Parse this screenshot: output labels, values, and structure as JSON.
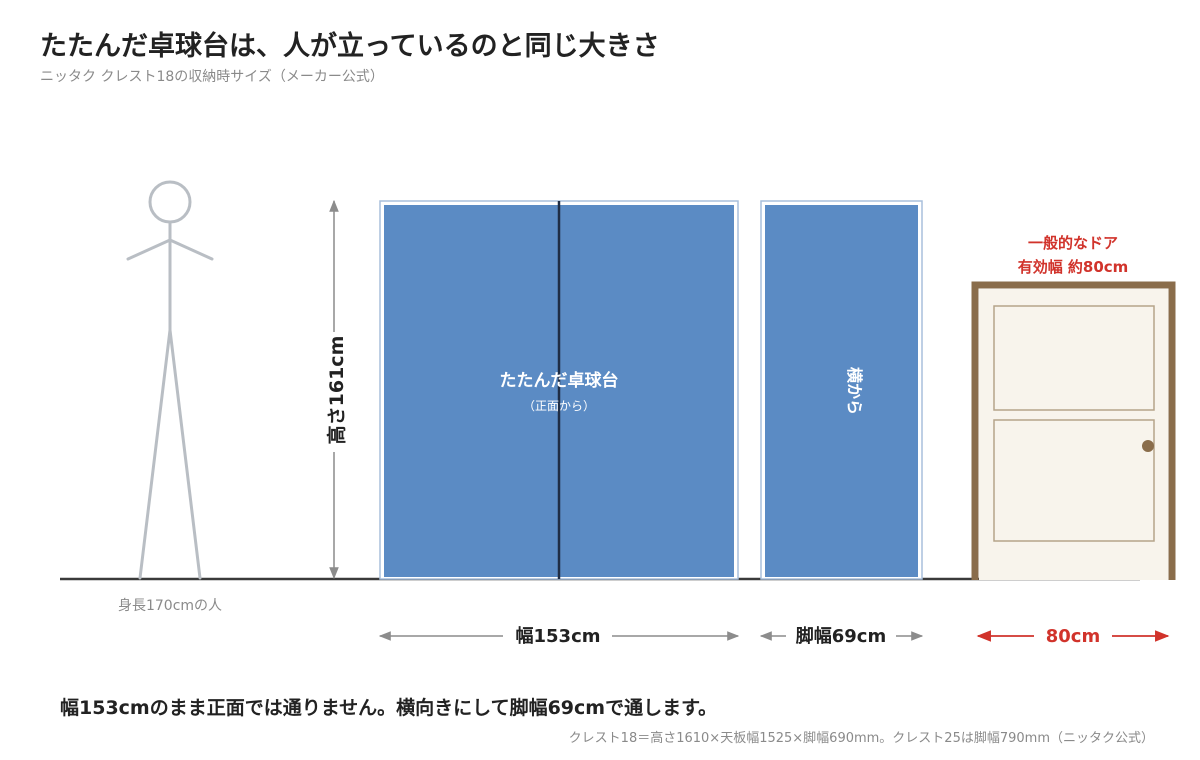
{
  "title": "たたんだ卓球台は、人が立っているのと同じ大きさ",
  "subtitle": "ニッタク クレスト18の収納時サイズ（メーカー公式）",
  "person": {
    "label": "身長170cmの人"
  },
  "height_dim": {
    "label": "高さ161cm"
  },
  "table_front": {
    "label": "たたんだ卓球台",
    "sublabel": "（正面から）"
  },
  "table_side": {
    "label": "横から"
  },
  "door": {
    "label_line1": "一般的なドア",
    "label_line2": "有効幅 約80cm"
  },
  "dims": {
    "front_width": "幅153cm",
    "side_width": "脚幅69cm",
    "door_width": "80cm"
  },
  "summary": "幅153cmのまま正面では通りません。横向きにして脚幅69cmで通します。",
  "footnote": "クレスト18＝高さ1610×天板幅1525×脚幅690mm。クレスト25は脚幅790mm（ニッタク公式）",
  "colors": {
    "table_fill": "#5b8bc4",
    "table_border": "#a8bfdc",
    "fold_line": "#1f2d44",
    "figure": "#b9bec4",
    "floor": "#3a3a3a",
    "dim_gray": "#8c8c8c",
    "door_accent": "#d1332b",
    "door_frame": "#8a6d4b",
    "door_fill": "#f8f4ec",
    "door_panel": "#b5a48a"
  }
}
